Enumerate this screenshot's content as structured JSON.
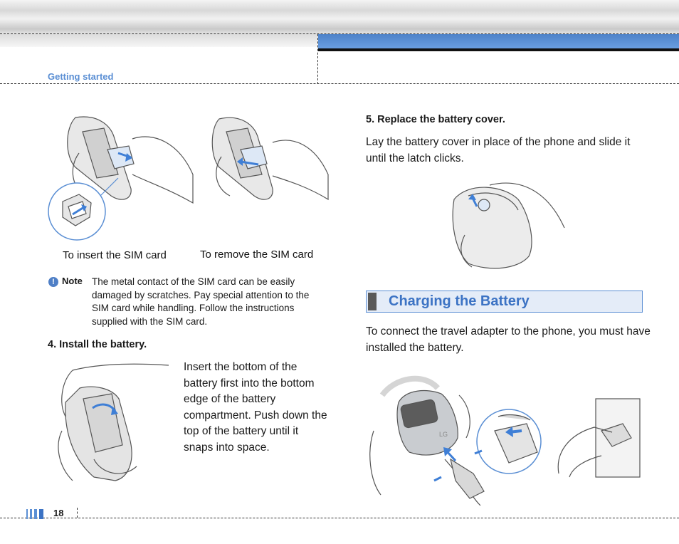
{
  "header": {
    "section": "Getting started"
  },
  "sim": {
    "insert_caption": "To insert the SIM card",
    "remove_caption": "To remove the SIM card"
  },
  "note": {
    "icon_glyph": "!",
    "label": "Note",
    "text": "The metal contact of the SIM card can be easily damaged by scratches. Pay special attention to the SIM card while handling. Follow the instructions supplied with the SIM card."
  },
  "step4": {
    "heading": "4. Install the battery.",
    "text": "Insert the bottom of the battery first into the bottom edge of the battery compartment. Push down the top of the battery until it snaps into space."
  },
  "step5": {
    "heading": "5. Replace the battery cover.",
    "text": "Lay the battery cover in place of the phone and slide it until the latch clicks."
  },
  "charging": {
    "title": "Charging the Battery",
    "text": "To connect the travel adapter to the phone, you must have installed the battery.",
    "phone_logo": "LG"
  },
  "footer": {
    "page_number": "18"
  },
  "colors": {
    "accent_blue": "#5b8fd4",
    "header_bar": "#4d82c9",
    "arrow_blue": "#3f7fd6"
  }
}
